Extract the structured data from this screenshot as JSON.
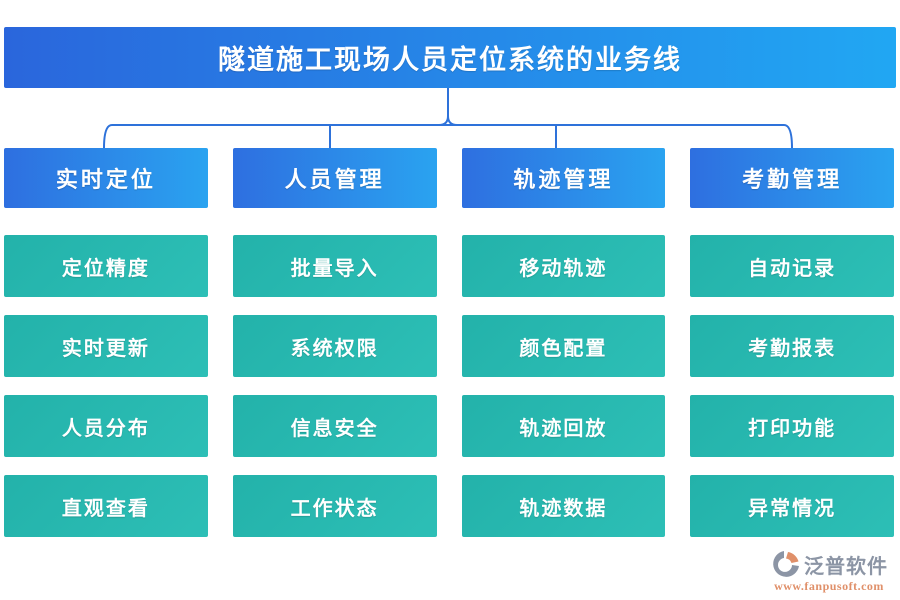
{
  "title": "隧道施工现场人员定位系统的业务线",
  "columns": [
    {
      "label": "实时定位",
      "items": [
        "定位精度",
        "实时更新",
        "人员分布",
        "直观查看"
      ]
    },
    {
      "label": "人员管理",
      "items": [
        "批量导入",
        "系统权限",
        "信息安全",
        "工作状态"
      ]
    },
    {
      "label": "轨迹管理",
      "items": [
        "移动轨迹",
        "颜色配置",
        "轨迹回放",
        "轨迹数据"
      ]
    },
    {
      "label": "考勤管理",
      "items": [
        "自动记录",
        "考勤报表",
        "打印功能",
        "异常情况"
      ]
    }
  ],
  "footer": {
    "brand": "泛普软件",
    "url": "www.fanpusoft.com"
  },
  "colors": {
    "banner_start": "#2A66DC",
    "banner_end": "#21A7F3",
    "header_start": "#2E6FE0",
    "header_end": "#2AA3F0",
    "item_teal_dark": "#23B2AA",
    "item_teal": "#2DBFB6",
    "connector_blue": "#2E72DA",
    "brand_gray": "#8C95A5",
    "brand_orange": "#E0906A"
  }
}
